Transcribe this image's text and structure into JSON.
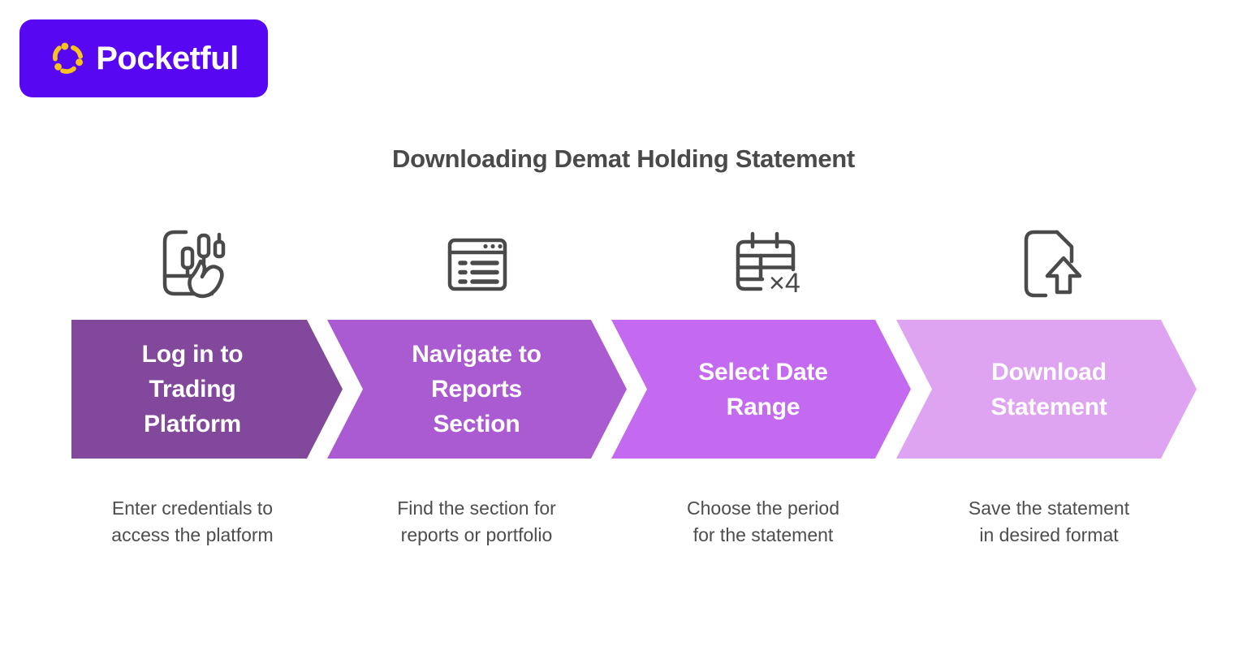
{
  "brand": {
    "name": "Pocketful",
    "bg_color": "#5807F2",
    "mark_color": "#F6C41D"
  },
  "title": "Downloading Demat Holding Statement",
  "steps": [
    {
      "label": "Log in to\nTrading\nPlatform",
      "description": "Enter credentials to\naccess the platform",
      "icon": "trading-app-icon",
      "color": "#82489B"
    },
    {
      "label": "Navigate to\nReports\nSection",
      "description": "Find the section for\nreports or portfolio",
      "icon": "reports-window-icon",
      "color": "#AB5BD2"
    },
    {
      "label": "Select Date\nRange",
      "description": "Choose the period\nfor the statement",
      "icon": "date-range-calendar-icon",
      "icon_badge": "×4",
      "color": "#C46AF0"
    },
    {
      "label": "Download\nStatement",
      "description": "Save the statement\nin desired format",
      "icon": "download-document-icon",
      "color": "#DEA4F2"
    }
  ]
}
